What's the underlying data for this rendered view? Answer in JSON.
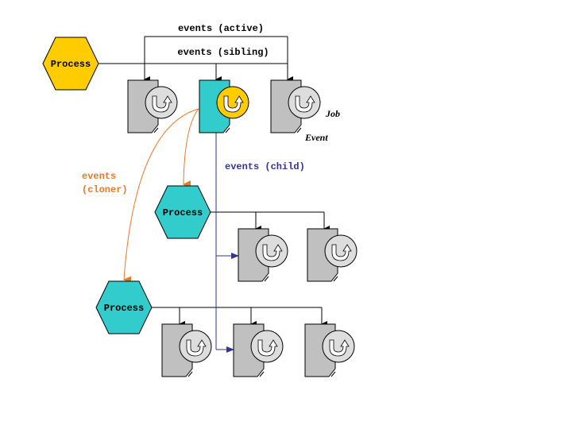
{
  "colors": {
    "background": "#ffffff",
    "process_active": "#ffcc00",
    "process_child": "#33cccc",
    "doc_gray": "#c0c0c0",
    "doc_active": "#33cccc",
    "event_circle": "#dddddd",
    "event_circle_active": "#ffcc00",
    "line_black": "#000000",
    "line_child": "#333399",
    "line_cloner": "#ee7722",
    "label_black": "#000000",
    "label_child": "#333399",
    "label_cloner": "#ee7722"
  },
  "nodes": {
    "process_top": {
      "label": "Process",
      "kind": "process",
      "state": "active"
    },
    "process_mid": {
      "label": "Process",
      "kind": "process",
      "state": "child"
    },
    "process_bottom": {
      "label": "Process",
      "kind": "process",
      "state": "child"
    },
    "jobs": [
      {
        "id": "job-1",
        "group": "top",
        "state": "inactive"
      },
      {
        "id": "job-2",
        "group": "top",
        "state": "active"
      },
      {
        "id": "job-3",
        "group": "top",
        "state": "inactive"
      },
      {
        "id": "job-4",
        "group": "mid",
        "state": "inactive"
      },
      {
        "id": "job-5",
        "group": "mid",
        "state": "inactive"
      },
      {
        "id": "job-6",
        "group": "bottom",
        "state": "inactive"
      },
      {
        "id": "job-7",
        "group": "bottom",
        "state": "inactive"
      },
      {
        "id": "job-8",
        "group": "bottom",
        "state": "inactive"
      }
    ]
  },
  "labels": {
    "events_active": "events (active)",
    "events_sibling": "events (sibling)",
    "events_child": "events (child)",
    "events_cloner_line1": "events",
    "events_cloner_line2": "(cloner)",
    "legend_job": "Job",
    "legend_event": "Event"
  }
}
